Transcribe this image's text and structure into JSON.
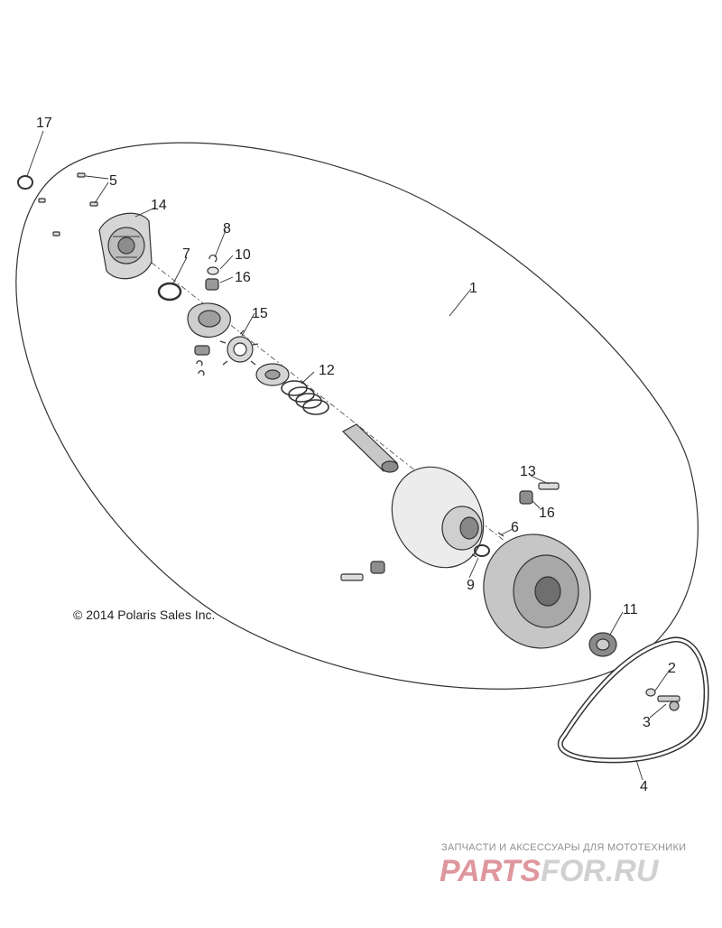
{
  "diagram": {
    "copyright": "© 2014 Polaris Sales Inc.",
    "callouts": [
      "17",
      "5",
      "14",
      "8",
      "10",
      "16",
      "7",
      "1",
      "15",
      "12",
      "13",
      "16",
      "6",
      "9",
      "11",
      "2",
      "3",
      "4"
    ]
  },
  "watermark": {
    "tagline": "ЗАПЧАСТИ И АКСЕССУАРЫ ДЛЯ МОТОТЕХНИКИ",
    "brand_left": "PARTS",
    "brand_right": "FOR.RU",
    "color_brand": "#d9868d"
  }
}
